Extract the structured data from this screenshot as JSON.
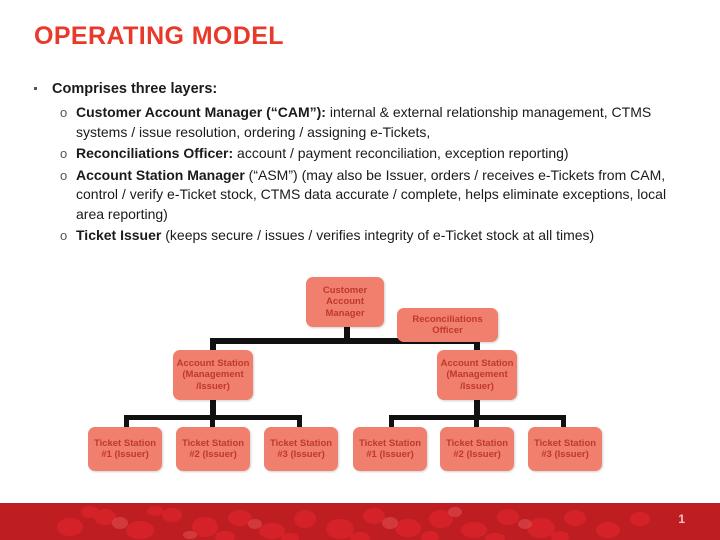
{
  "slide": {
    "title": "OPERATING MODEL",
    "accent_color": "#E8392B",
    "node_fill": "#F07F6E",
    "node_text_color": "#C0392B",
    "footer_color": "#BE1E22"
  },
  "bullets": {
    "heading": "Comprises three layers:",
    "items": [
      {
        "bold": "Customer Account Manager (“CAM”):",
        "rest": " internal & external relationship management, CTMS systems / issue resolution, ordering / assigning e-Tickets,"
      },
      {
        "bold": "Reconciliations Officer:",
        "rest": "  account / payment reconciliation, exception reporting)"
      },
      {
        "bold": "Account Station Manager",
        "rest": " (“ASM”) (may also be Issuer, orders / receives e-Tickets from CAM, control / verify e-Ticket stock, CTMS data accurate / complete, helps eliminate exceptions, local area reporting)"
      },
      {
        "bold": "Ticket Issuer",
        "rest": " (keeps secure / issues / verifies integrity of e-Ticket stock at all times)"
      }
    ],
    "marker_level1": "▪",
    "marker_level2": "o"
  },
  "org_chart": {
    "nodes": {
      "cam": "Customer Account Manager",
      "reconciliations_officer": "Reconciliations Officer",
      "asm_left": "Account Station (Management /Issuer)",
      "asm_right": "Account Station (Management /Issuer)",
      "ticket_left_1": "Ticket Station #1 (Issuer)",
      "ticket_left_2": "Ticket Station #2 (Issuer)",
      "ticket_left_3": "Ticket Station #3 (Issuer)",
      "ticket_right_1": "Ticket Station #1 (Issuer)",
      "ticket_right_2": "Ticket Station #2 (Issuer)",
      "ticket_right_3": "Ticket Station #3 (Issuer)"
    }
  },
  "footer": {
    "page_number": "1"
  }
}
